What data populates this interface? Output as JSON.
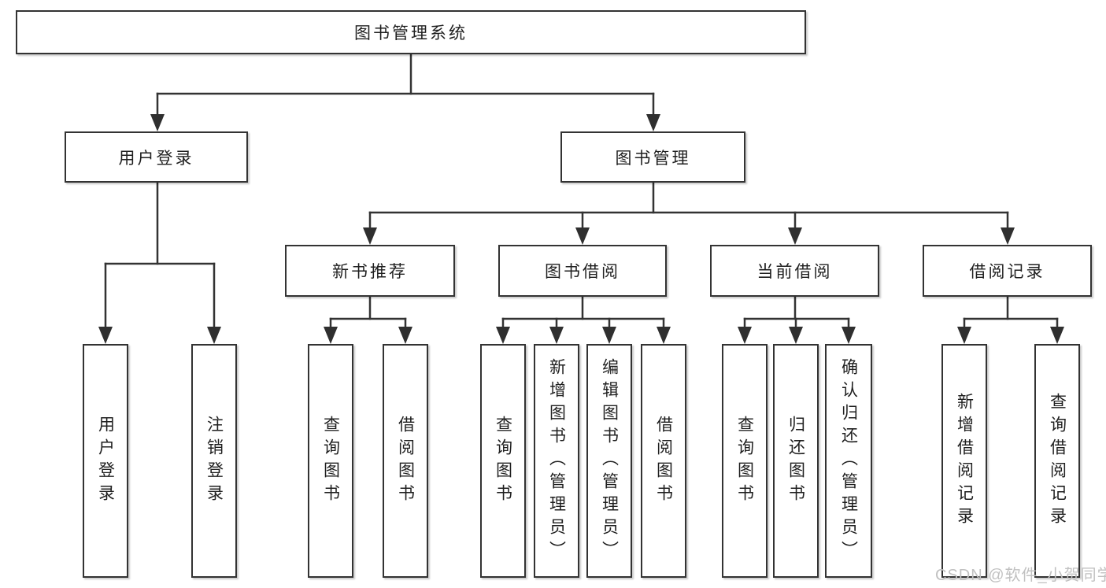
{
  "diagram": {
    "root": {
      "label": "图书管理系统"
    },
    "level1": [
      {
        "label": "用户登录"
      },
      {
        "label": "图书管理"
      }
    ],
    "level2": [
      {
        "label": "新书推荐",
        "parent": "图书管理"
      },
      {
        "label": "图书借阅",
        "parent": "图书管理"
      },
      {
        "label": "当前借阅",
        "parent": "图书管理"
      },
      {
        "label": "借阅记录",
        "parent": "图书管理"
      }
    ],
    "leaves": [
      {
        "label": "用户登录",
        "parent": "用户登录"
      },
      {
        "label": "注销登录",
        "parent": "用户登录"
      },
      {
        "label": "查询图书",
        "parent": "新书推荐"
      },
      {
        "label": "借阅图书",
        "parent": "新书推荐"
      },
      {
        "label": "查询图书",
        "parent": "图书借阅"
      },
      {
        "label": "新增图书（管理员）",
        "parent": "图书借阅"
      },
      {
        "label": "编辑图书（管理员）",
        "parent": "图书借阅"
      },
      {
        "label": "借阅图书",
        "parent": "图书借阅"
      },
      {
        "label": "查询图书",
        "parent": "当前借阅"
      },
      {
        "label": "归还图书",
        "parent": "当前借阅"
      },
      {
        "label": "确认归还（管理员）",
        "parent": "当前借阅"
      },
      {
        "label": "新增借阅记录",
        "parent": "借阅记录"
      },
      {
        "label": "查询借阅记录",
        "parent": "借阅记录"
      }
    ]
  },
  "watermark": {
    "text": "CSDN @软件_小贺同学"
  },
  "colors": {
    "line": "#333333",
    "box_border": "#333333",
    "text": "#1f1f1f",
    "watermark": "#c1c1c1",
    "background": "#ffffff"
  }
}
